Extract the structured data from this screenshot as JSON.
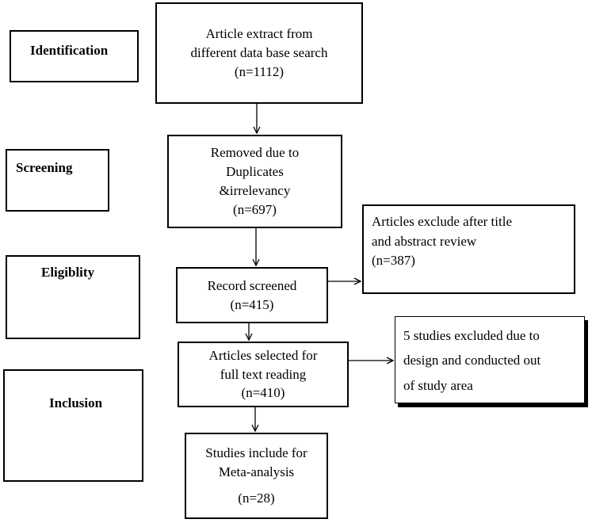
{
  "stages": {
    "identification": "Identification",
    "screening": "Screening",
    "eligibility": "Eligiblity",
    "inclusion": "Inclusion"
  },
  "flow": {
    "extract": [
      "Article extract from",
      "different data base search",
      "(n=1112)"
    ],
    "removed": [
      "Removed due to",
      "Duplicates",
      "&irrelevancy",
      "(n=697)"
    ],
    "screened": [
      "Record screened",
      "(n=415)"
    ],
    "selected": [
      "Articles selected for",
      "full text reading",
      "(n=410)"
    ],
    "included": [
      "Studies include for",
      "Meta-analysis",
      "(n=28)"
    ]
  },
  "side": {
    "excluded_title": [
      "Articles exclude after title",
      "and abstract review",
      "(n=387)"
    ],
    "excluded_design": [
      "5 studies excluded due to",
      "design and conducted out",
      "of study area"
    ]
  }
}
